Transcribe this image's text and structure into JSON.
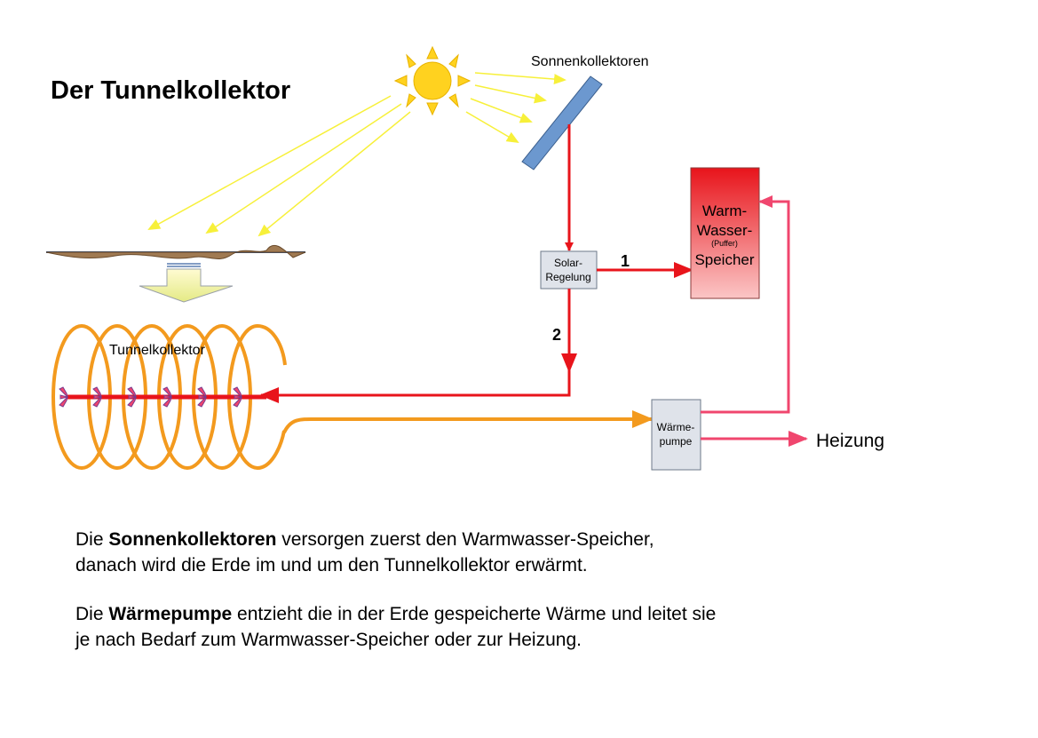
{
  "title": "Der Tunnelkollektor",
  "labels": {
    "collectors": "Sonnenkollektoren",
    "tunnel": "Tunnelkollektor",
    "solar_control_line1": "Solar-",
    "solar_control_line2": "Regelung",
    "tank_line1": "Warm-",
    "tank_line2": "Wasser-",
    "tank_small": "(Puffer)",
    "tank_line3": "Speicher",
    "heatpump_line1": "Wärme-",
    "heatpump_line2": "pumpe",
    "heating": "Heizung",
    "path1": "1",
    "path2": "2"
  },
  "caption": {
    "p1_prefix": "Die ",
    "p1_bold": "Sonnenkollektoren",
    "p1_rest": " versorgen zuerst den Warmwasser-Speicher,",
    "p1_line2": "danach wird die Erde im und um den Tunnelkollektor erwärmt.",
    "p2_prefix": "Die ",
    "p2_bold": "Wärmepumpe",
    "p2_rest": " entzieht die in der Erde gespeicherte Wärme und leitet sie",
    "p2_line2": "je nach Bedarf zum Warmwasser-Speicher oder zur Heizung."
  },
  "colors": {
    "solar_flow": "#e8141b",
    "heat_flow": "#f0466e",
    "ground_flow": "#f39a1e",
    "sun": "#ffd21f",
    "sun_ray": "#f7f03a",
    "collector": "#6c98cf",
    "tank_top": "#e8141b",
    "tank_bottom": "#fbc6c6",
    "box_fill": "#dfe3ea"
  },
  "icons": {
    "sun": "sun-icon",
    "collector": "solar-panel-icon",
    "ground": "ground-surface-icon",
    "down_arrow": "down-arrow-icon",
    "coil": "coil-icon"
  }
}
